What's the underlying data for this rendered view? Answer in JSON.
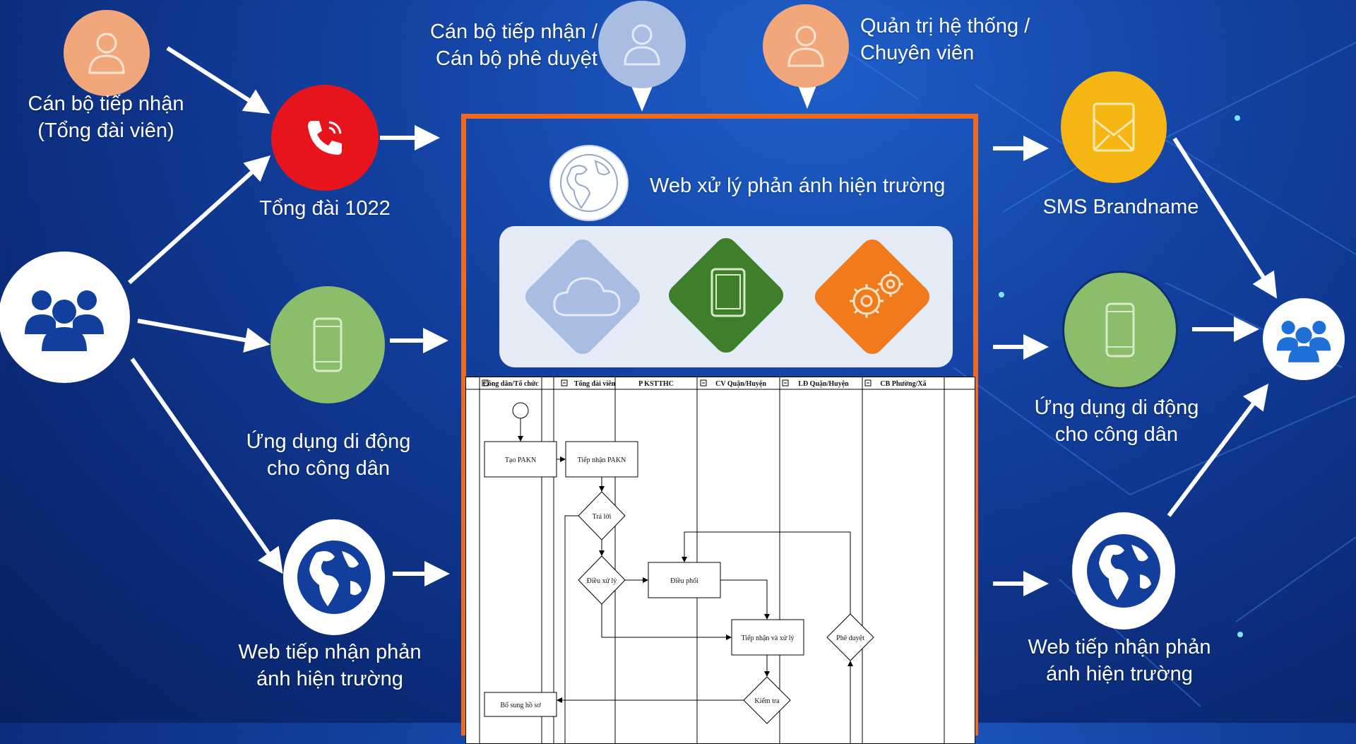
{
  "actors": {
    "receiver_operator": "Cán bộ tiếp nhận\n(Tổng đài viên)",
    "receiver_approver_line1": "Cán bộ tiếp nhận /",
    "receiver_approver_line2": "Cán bộ phê duyệt",
    "admin_line1": "Quản trị hệ thống /",
    "admin_line2": "Chuyên viên"
  },
  "channels_left": {
    "hotline": "Tổng đài 1022",
    "mobile_line1": "Ứng dụng di động",
    "mobile_line2": "cho công dân",
    "web_line1": "Web tiếp nhận phản",
    "web_line2": "ánh hiện trường"
  },
  "center": {
    "title": "Web xử lý phản ánh hiện trường"
  },
  "channels_right": {
    "sms": "SMS Brandname",
    "mobile_line1": "Ứng dụng di động",
    "mobile_line2": "cho công dân",
    "web_line1": "Web tiếp nhận phản",
    "web_line2": "ánh hiện trường"
  },
  "swimlane": {
    "lanes": [
      "Công dân/Tổ chức",
      "Tổng đài viên",
      "P KSTTHC",
      "CV Quận/Huyện",
      "LĐ Quận/Huyện",
      "CB Phường/Xã"
    ],
    "nodes": {
      "create": "Tạo PAKN",
      "receive": "Tiếp nhận PAKN",
      "answer": "Trả lời",
      "route": "Điều xử lý",
      "dispatch": "Điều phối",
      "process": "Tiếp nhận và xử lý",
      "approve": "Phê duyệt",
      "check": "Kiểm tra",
      "supplement": "Bổ sung hồ sơ"
    }
  },
  "colors": {
    "frame": "#ef6a1d",
    "hotline": "#e8141b",
    "mobile": "#8cbd6a",
    "actor": "#f2a77b",
    "actor_alt": "#a9bde3",
    "sms": "#f5b512",
    "panel_cloud": "#a9bde3",
    "panel_tablet": "#3f7f2b",
    "panel_gears": "#f07a1c"
  },
  "icons": [
    "user-icon",
    "phone-icon",
    "smartphone-icon",
    "globe-icon",
    "group-icon",
    "mail-icon",
    "cloud-icon",
    "tablet-icon",
    "gears-icon"
  ]
}
